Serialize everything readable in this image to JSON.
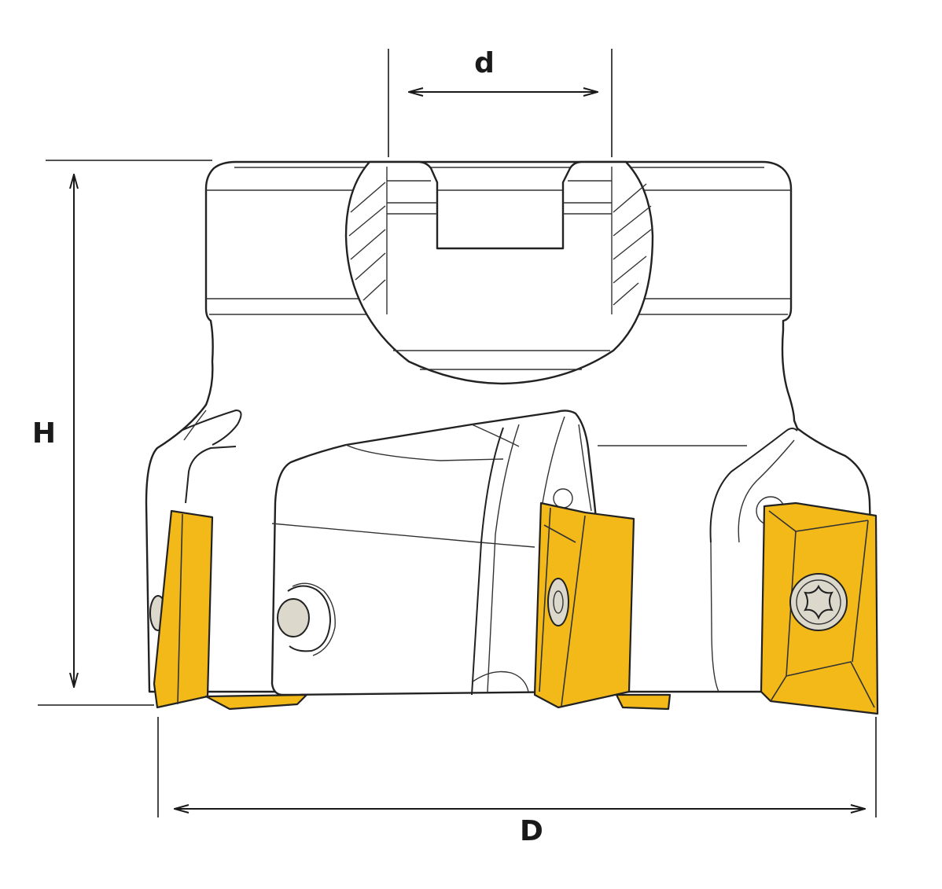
{
  "dimensions": {
    "bore": "d",
    "height": "H",
    "diameter": "D"
  },
  "colors": {
    "insert": "#f2b918",
    "outline": "#222222",
    "screw": "#dcd8cc",
    "background": "#ffffff"
  }
}
